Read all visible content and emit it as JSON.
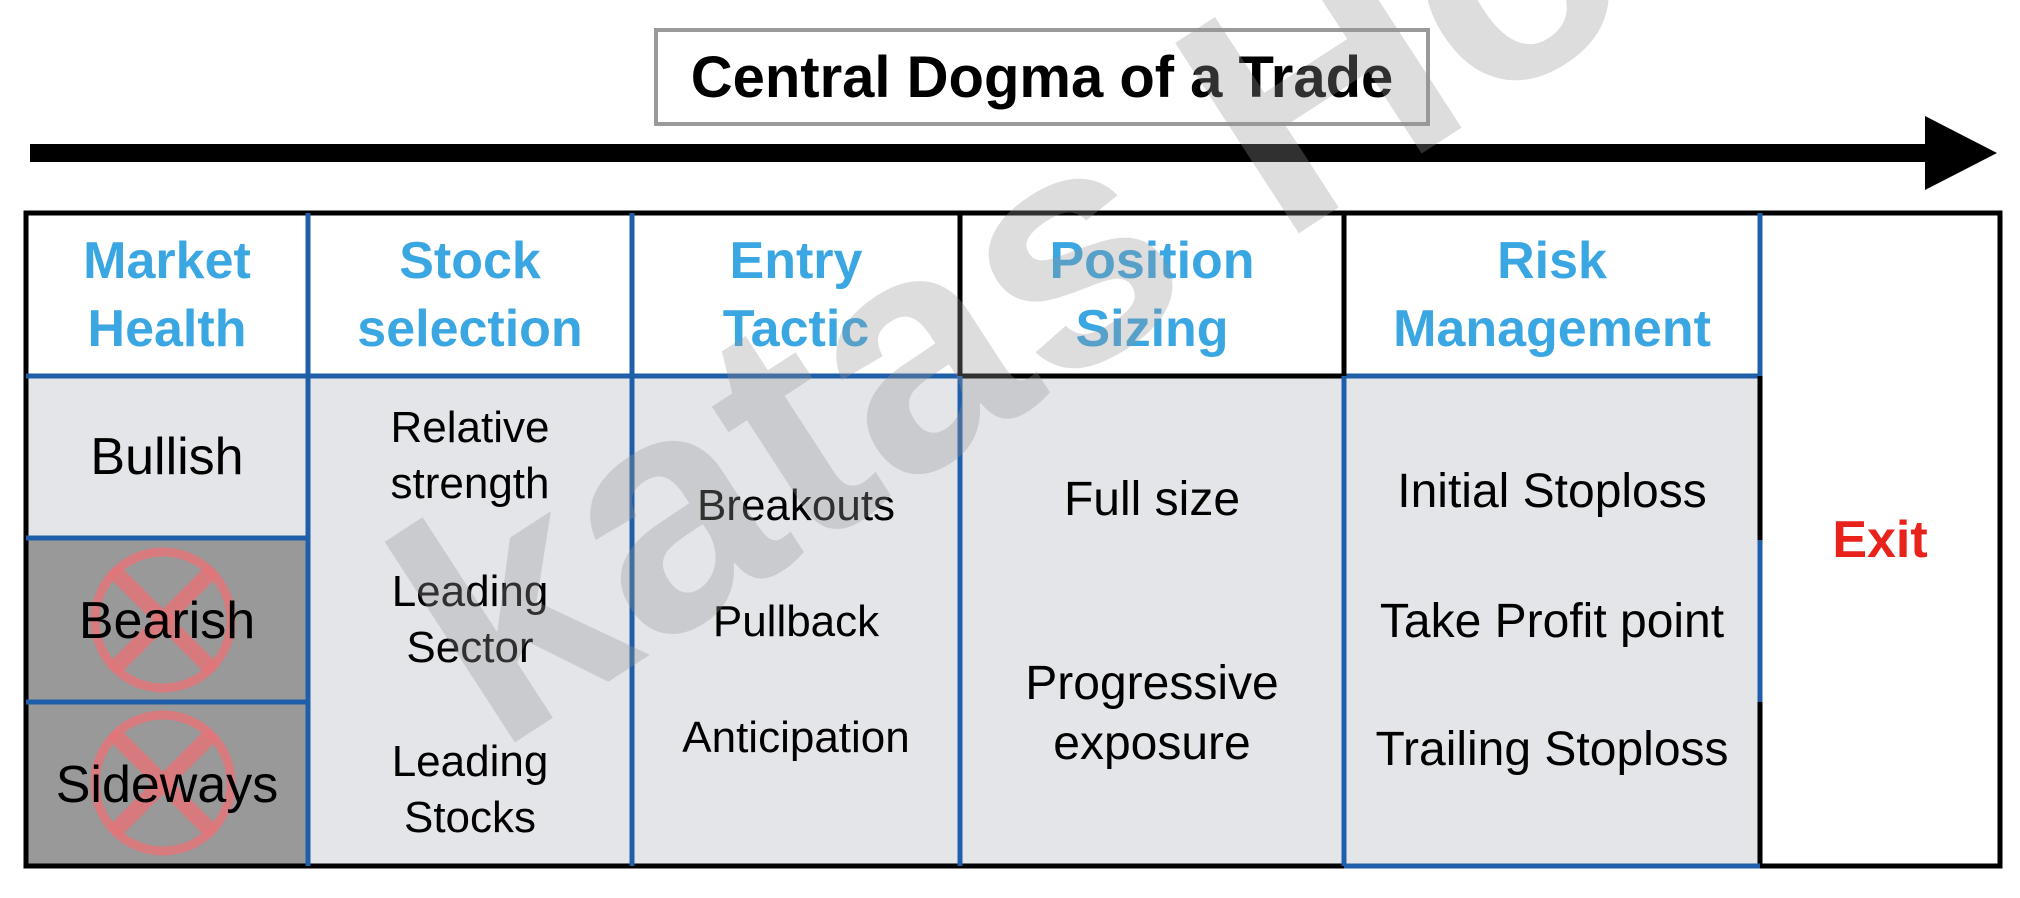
{
  "title": "Central Dogma of a Trade",
  "watermark": "katas Homma",
  "columns": [
    {
      "header": "Market\nHealth"
    },
    {
      "header": "Stock\nselection"
    },
    {
      "header": "Entry\nTactic"
    },
    {
      "header": "Position\nSizing"
    },
    {
      "header": "Risk\nManagement"
    }
  ],
  "market_health": {
    "bullish": "Bullish",
    "bearish": "Bearish",
    "sideways": "Sideways"
  },
  "stock_selection": [
    "Relative\nstrength",
    "Leading\nSector",
    "Leading\nStocks"
  ],
  "entry_tactic": [
    "Breakouts",
    "Pullback",
    "Anticipation"
  ],
  "position_sizing": [
    "Full size",
    "Progressive\nexposure"
  ],
  "risk_management": [
    "Initial Stoploss",
    "Take Profit point",
    "Trailing Stoploss"
  ],
  "exit": "Exit",
  "colors": {
    "header_text": "#3aa6e2",
    "exit_text": "#e8231b",
    "cell_bg": "#e4e5e9",
    "excluded_bg": "#999999",
    "divider": "#1f5ea8",
    "cross": "#e2757a"
  }
}
